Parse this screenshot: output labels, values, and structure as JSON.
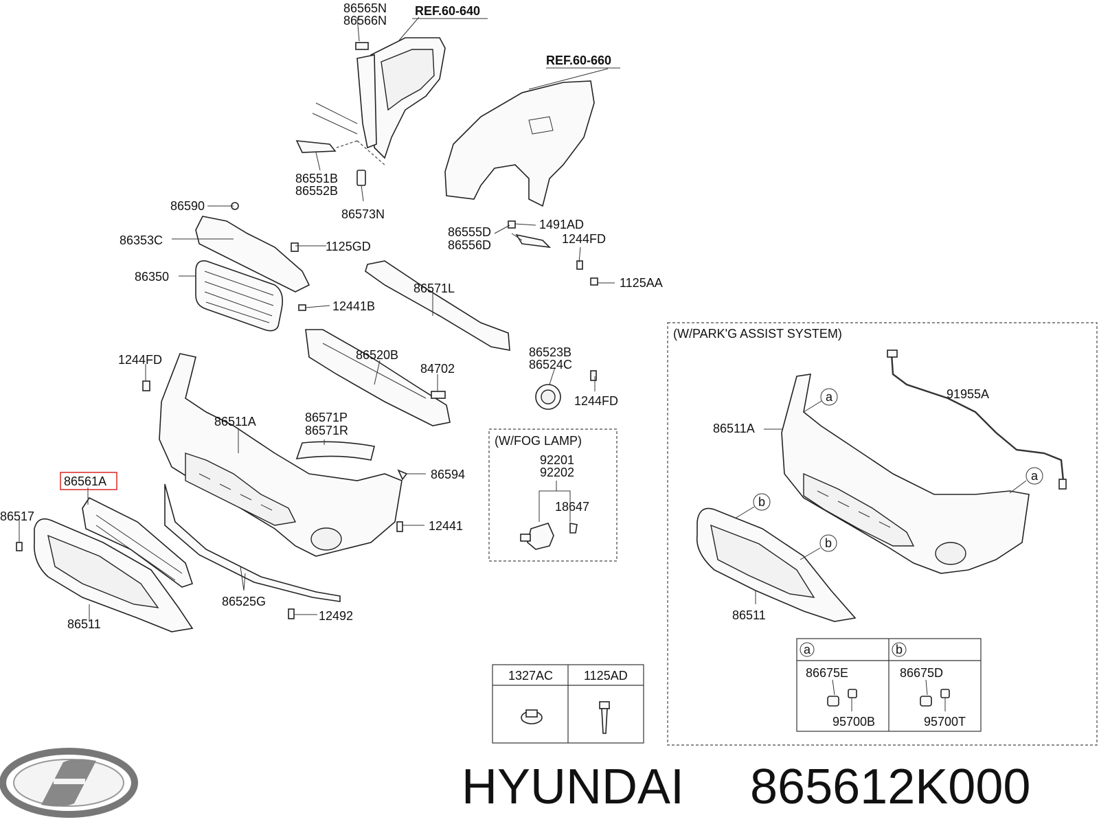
{
  "refs": {
    "ref1": "REF.60-640",
    "ref2": "REF.60-660"
  },
  "labels": {
    "l86565N": "86565N",
    "l86566N": "86566N",
    "l86551B": "86551B",
    "l86552B": "86552B",
    "l86573N": "86573N",
    "l86590": "86590",
    "l86353C": "86353C",
    "l1125GD": "1125GD",
    "l86350": "86350",
    "l12441B": "12441B",
    "l86555D": "86555D",
    "l86556D": "86556D",
    "l1491AD": "1491AD",
    "l1244FD_a": "1244FD",
    "l1125AA": "1125AA",
    "l86571L": "86571L",
    "l86520B": "86520B",
    "l84702": "84702",
    "l86523B": "86523B",
    "l86524C": "86524C",
    "l1244FD_b": "1244FD",
    "l1244FD_c": "1244FD",
    "l86511A": "86511A",
    "l86571P": "86571P",
    "l86571R": "86571R",
    "l86594": "86594",
    "l86561A": "86561A",
    "l86517": "86517",
    "l12441": "12441",
    "l86525G": "86525G",
    "l12492": "12492",
    "l86511": "86511"
  },
  "fog_box": {
    "title": "(W/FOG LAMP)",
    "l92201": "92201",
    "l92202": "92202",
    "l18647": "18647"
  },
  "park_box": {
    "title": "(W/PARK'G ASSIST SYSTEM)",
    "l91955A": "91955A",
    "l86511A": "86511A",
    "l86511": "86511",
    "callout_a": "a",
    "callout_b": "b",
    "table": {
      "col_a": "a",
      "col_b": "b",
      "a_top": "86675E",
      "a_bottom": "95700B",
      "b_top": "86675D",
      "b_bottom": "95700T"
    }
  },
  "fastener_table": {
    "col1": "1327AC",
    "col2": "1125AD"
  },
  "brand": {
    "name": "HYUNDAI",
    "part_number": "865612K000"
  },
  "colors": {
    "highlight": "#d33333",
    "line": "#222222"
  }
}
